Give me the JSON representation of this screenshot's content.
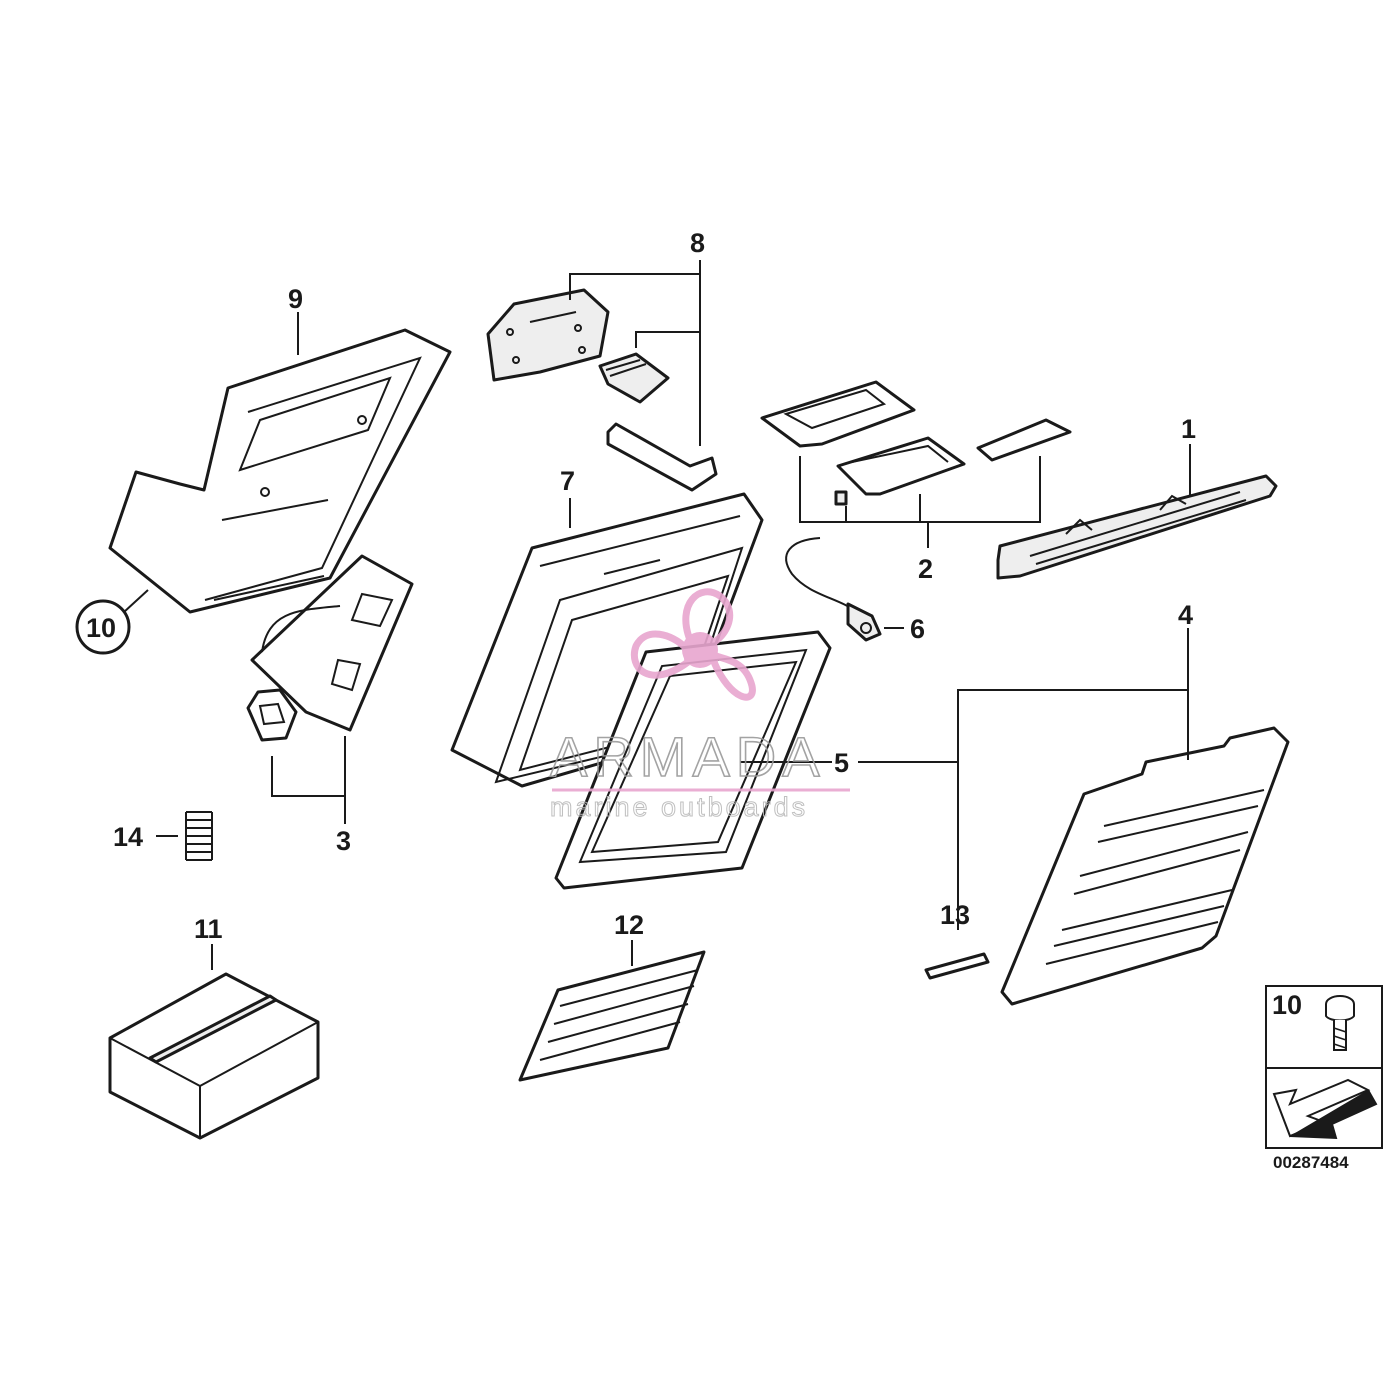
{
  "callouts": {
    "c1": "1",
    "c2": "2",
    "c3": "3",
    "c4": "4",
    "c5": "5",
    "c6": "6",
    "c7": "7",
    "c8": "8",
    "c9": "9",
    "c10": "10",
    "c11": "11",
    "c12": "12",
    "c13": "13",
    "c14": "14"
  },
  "legend": {
    "part_number": "10"
  },
  "watermark": {
    "brand": "ARMADA",
    "tagline": "marine outboards",
    "color": "#e8a6cf"
  },
  "document_number": "00287484"
}
